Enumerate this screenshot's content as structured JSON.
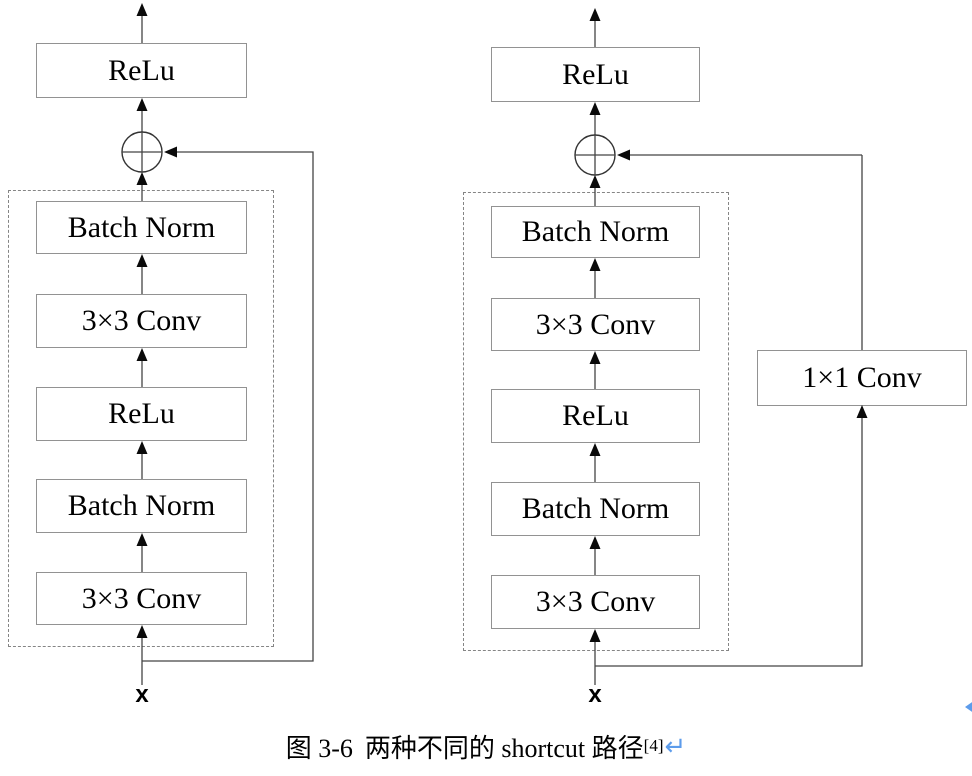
{
  "figure": {
    "left_diagram": {
      "blocks": {
        "output_relu": "ReLu",
        "batch_norm_top": "Batch Norm",
        "conv_top": "3×3 Conv",
        "relu_mid": "ReLu",
        "batch_norm_bottom": "Batch Norm",
        "conv_bottom": "3×3 Conv"
      },
      "input_label": "x"
    },
    "right_diagram": {
      "blocks": {
        "output_relu": "ReLu",
        "batch_norm_top": "Batch Norm",
        "conv_top": "3×3 Conv",
        "relu_mid": "ReLu",
        "batch_norm_bottom": "Batch Norm",
        "conv_bottom": "3×3 Conv",
        "shortcut_conv": "1×1 Conv"
      },
      "input_label": "x"
    },
    "icons": {
      "add_junction": "circled-plus",
      "caption_line_break": "return-arrow",
      "edge_clipped_mark": "return-arrow-clipped"
    },
    "caption": {
      "label": "图 3-6",
      "title": "两种不同的 shortcut 路径",
      "citation": "[4]",
      "line_break_mark": "↵"
    },
    "colors": {
      "box_border": "#929292",
      "dashed_border": "#858585",
      "connector_line": "#454545",
      "arrowhead": "#0a0a0a",
      "mark_blue": "#5d9ceb"
    }
  }
}
